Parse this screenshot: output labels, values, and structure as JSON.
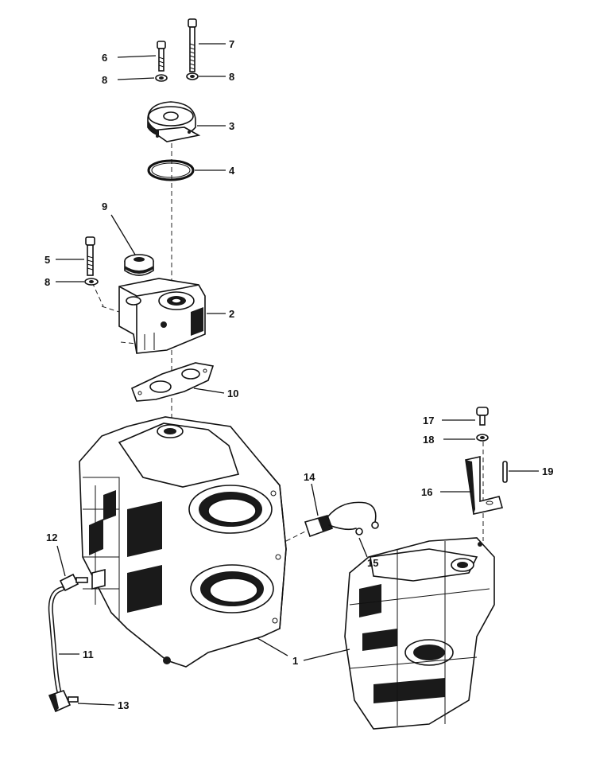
{
  "callouts": [
    {
      "id": "c1",
      "text": "1"
    },
    {
      "id": "c2",
      "text": "2"
    },
    {
      "id": "c3",
      "text": "3"
    },
    {
      "id": "c4",
      "text": "4"
    },
    {
      "id": "c5",
      "text": "5"
    },
    {
      "id": "c6",
      "text": "6"
    },
    {
      "id": "c7",
      "text": "7"
    },
    {
      "id": "c8a",
      "text": "8"
    },
    {
      "id": "c8b",
      "text": "8"
    },
    {
      "id": "c8c",
      "text": "8"
    },
    {
      "id": "c9",
      "text": "9"
    },
    {
      "id": "c10",
      "text": "10"
    },
    {
      "id": "c11",
      "text": "11"
    },
    {
      "id": "c12",
      "text": "12"
    },
    {
      "id": "c13",
      "text": "13"
    },
    {
      "id": "c14",
      "text": "14"
    },
    {
      "id": "c15",
      "text": "15"
    },
    {
      "id": "c16",
      "text": "16"
    },
    {
      "id": "c17",
      "text": "17"
    },
    {
      "id": "c18",
      "text": "18"
    },
    {
      "id": "c19",
      "text": "19"
    }
  ]
}
